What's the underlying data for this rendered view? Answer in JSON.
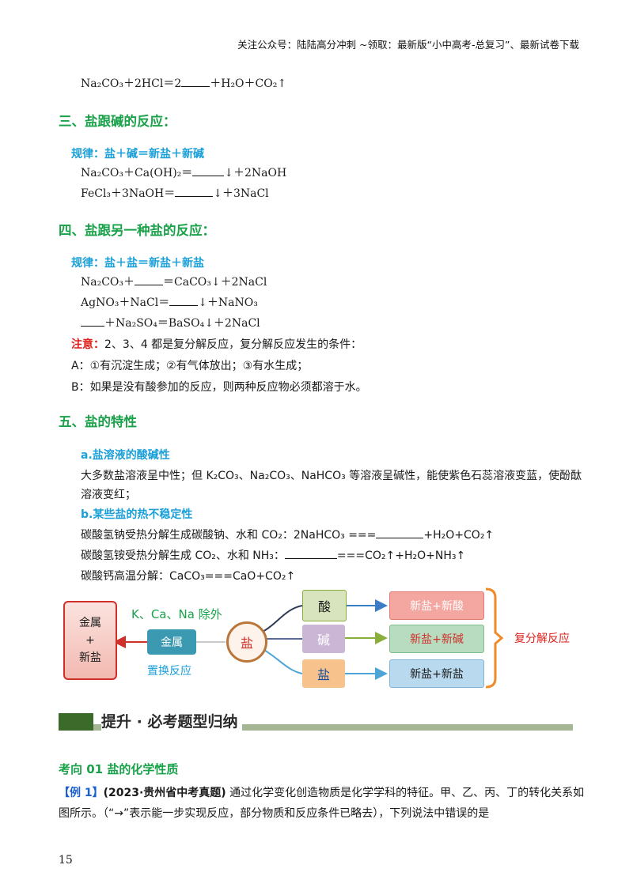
{
  "header": {
    "note": "关注公众号：陆陆高分冲刺 ~领取：最新版“小中高考-总复习”、最新试卷下载"
  },
  "top_equation": {
    "left": "Na₂CO₃＋2HCl＝2",
    "right": "＋H₂O＋CO₂↑"
  },
  "section3": {
    "title": "三、盐跟碱的反应：",
    "rule": "规律：盐＋碱＝新盐＋新碱",
    "eq1_left": "Na₂CO₃＋Ca(OH)₂＝",
    "eq1_right": "↓＋2NaOH",
    "eq2_left": "FeCl₃＋3NaOH＝",
    "eq2_right": "↓＋3NaCl"
  },
  "section4": {
    "title": "四、盐跟另一种盐的反应：",
    "rule": "规律：盐＋盐＝新盐＋新盐",
    "eq1_left": "Na₂CO₃＋",
    "eq1_right": "＝CaCO₃↓＋2NaCl",
    "eq2_left": "AgNO₃＋NaCl＝",
    "eq2_right": "↓＋NaNO₃",
    "eq3_right": "＋Na₂SO₄＝BaSO₄↓＋2NaCl",
    "note_label": "注意：",
    "note_text": "2、3、4 都是复分解反应，复分解反应发生的条件：",
    "condition_a": "A：①有沉淀生成；②有气体放出；③有水生成；",
    "condition_b": "B：如果是没有酸参加的反应，则两种反应物必须都溶于水。"
  },
  "section5": {
    "title": "五、盐的特性",
    "sub_a": "a.盐溶液的酸碱性",
    "para_a_line1": "大多数盐溶液呈中性；但 K₂CO₃、Na₂CO₃、NaHCO₃ 等溶液呈碱性，能使紫色石蕊溶液变蓝，使酚酞",
    "para_a_line2": "溶液变红；",
    "sub_b": "b.某些盐的热不稳定性",
    "line_b1_left": "碳酸氢钠受热分解生成碳酸钠、水和 CO₂：2NaHCO₃ ===",
    "line_b1_right": "+H₂O+CO₂↑",
    "line_b2_left": "碳酸氢铵受热分解生成 CO₂、水和 NH₃：",
    "line_b2_right": "===CO₂↑+H₂O+NH₃↑",
    "line_b3": "碳酸钙高温分解：CaCO₃===CaO+CO₂↑"
  },
  "diagram": {
    "left_box_line1": "金属",
    "left_box_line2": "+",
    "left_box_line3": "新盐",
    "exclusion_note": "K、Ca、Na 除外",
    "metal_box": "金属",
    "replacement_label": "置换反应",
    "center_circle": "盐",
    "acid_box": "酸",
    "base_box": "碱",
    "salt_box": "盐",
    "result1": "新盐+新酸",
    "result2": "新盐+新碱",
    "result3": "新盐+新盐",
    "bracket_label": "复分解反应"
  },
  "banner": {
    "title": "提升 · 必考题型归纳"
  },
  "topic": {
    "title": "考向 01  盐的化学性质"
  },
  "example": {
    "tag": "【例 1】",
    "source": "(2023·贵州省中考真题)",
    "text_line1": "通过化学变化创造物质是化学学科的特征。甲、乙、丙、丁的转化关系如",
    "text_line2": "图所示。（“→”表示能一步实现反应，部分物质和反应条件已略去），下列说法中错误的是"
  },
  "page_number": "15",
  "colors": {
    "section_green": "#1aa24a",
    "rule_blue": "#1a9fd9",
    "note_red": "#e0201b",
    "metal_box_teal": "#3b9ab2",
    "acid_box_green": "#d7e4bd",
    "base_box_purple": "#cbb6d6",
    "salt_box_orange": "#f7c28c",
    "result_red": "#f4a6a0",
    "result_green": "#b7dcc0",
    "result_blue": "#b9d9ee",
    "bracket_orange": "#ef8a2a"
  }
}
